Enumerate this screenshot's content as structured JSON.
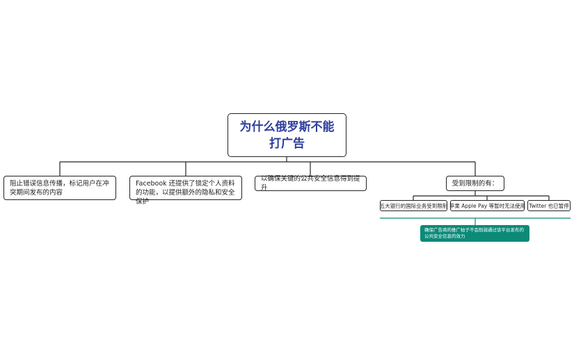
{
  "diagram": {
    "root": "为什么俄罗斯不能打广告",
    "branches": [
      {
        "label": "阻止错误信息传播，标记用户在冲突期间发布的内容"
      },
      {
        "label": "Facebook 还提供了锁定个人资料的功能，以提供额外的隐私和安全保护"
      },
      {
        "label": "以确保关键的公共安全信息得到提升"
      },
      {
        "label": "受到限制的有：",
        "children": [
          {
            "label": "五大银行的国际业务受到限制"
          },
          {
            "label": "苹果 Apple Pay 等暂时无法使用"
          },
          {
            "label": "Twitter 也已暂停"
          }
        ]
      }
    ],
    "callout": "确保广告商的推广帖子不会削弱通过该平台发布的公共安全信息的效力",
    "colors": {
      "root_text": "#2d3e9c",
      "line": "#222222",
      "teal": "#0b8a78"
    }
  }
}
